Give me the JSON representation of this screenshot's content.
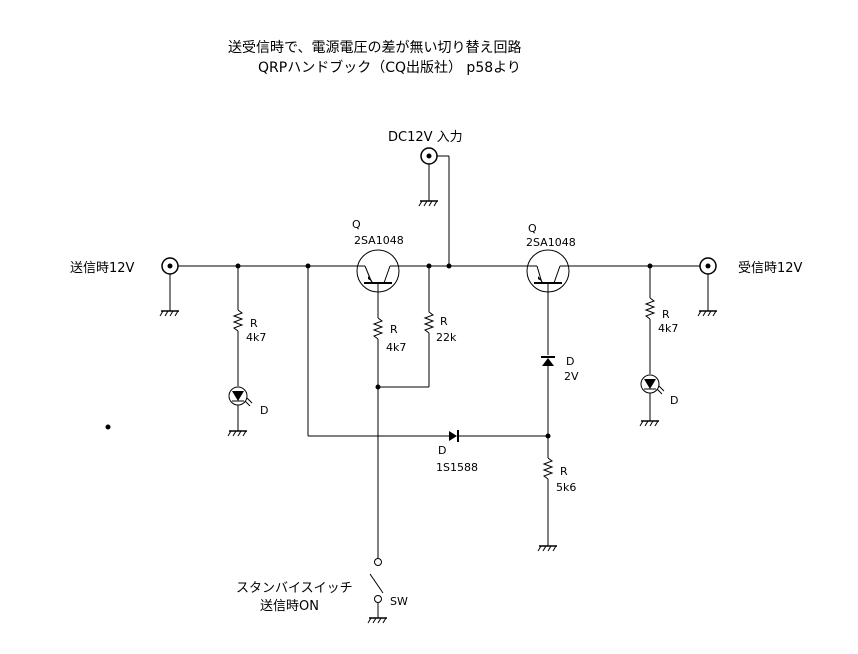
{
  "title": {
    "line1": "送受信時で、電源電圧の差が無い切り替え回路",
    "line2": "QRPハンドブック（CQ出版社） p58より"
  },
  "terminals": {
    "input": "DC12V 入力",
    "tx": "送信時12V",
    "rx": "受信時12V"
  },
  "components": {
    "q1": {
      "ref": "Q",
      "part": "2SA1048"
    },
    "q2": {
      "ref": "Q",
      "part": "2SA1048"
    },
    "r_tx": {
      "ref": "R",
      "value": "4k7"
    },
    "r_q1": {
      "ref": "R",
      "value": "4k7"
    },
    "r_22k": {
      "ref": "R",
      "value": "22k"
    },
    "r_rx": {
      "ref": "R",
      "value": "4k7"
    },
    "r_5k6": {
      "ref": "R",
      "value": "5k6"
    },
    "led_tx": {
      "ref": "D"
    },
    "led_rx": {
      "ref": "D"
    },
    "zener": {
      "ref": "D",
      "value": "2V"
    },
    "diode": {
      "ref": "D",
      "part": "1S1588"
    },
    "sw": {
      "ref": "SW"
    }
  },
  "switch_label": {
    "line1": "スタンバイスイッチ",
    "line2": "送信時ON"
  }
}
